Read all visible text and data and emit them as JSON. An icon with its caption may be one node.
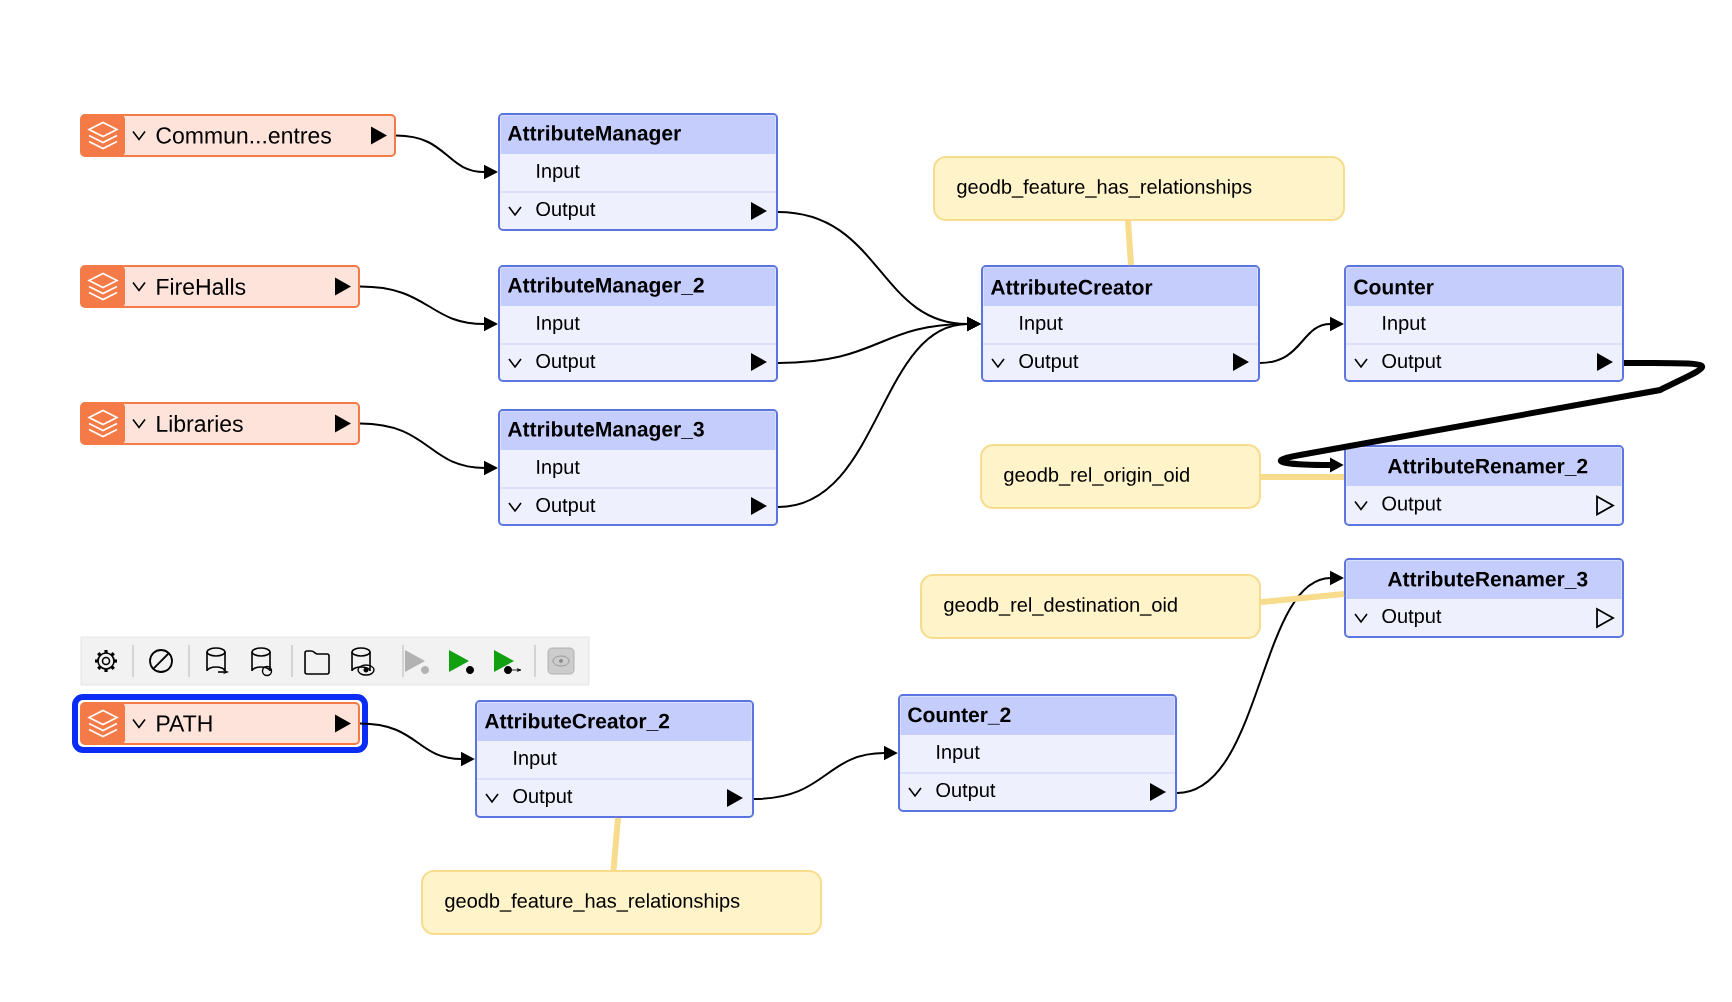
{
  "diagram": {
    "nodes": [
      {
        "text": [
          "Commun...entres"
        ]
      },
      {
        "text": [
          "AttributeManager",
          "Input",
          "Output"
        ]
      },
      {
        "text": [
          "FireHalls"
        ]
      },
      {
        "text": [
          "AttributeManager_2",
          "Input",
          "Output"
        ]
      },
      {
        "text": [
          "Libraries"
        ]
      },
      {
        "text": [
          "AttributeManager_3",
          "Input",
          "Output"
        ]
      },
      {
        "text": [
          "geodb_feature_has_relationships"
        ]
      },
      {
        "text": [
          "AttributeCreator",
          "Input",
          "Output"
        ]
      },
      {
        "text": [
          "Counter",
          "Input",
          "Output"
        ]
      },
      {
        "text": [
          "geodb_rel_origin_oid"
        ]
      },
      {
        "text": [
          "AttributeRenamer_2",
          "Output"
        ]
      },
      {
        "text": [
          "geodb_rel_destination_oid"
        ]
      },
      {
        "text": [
          "AttributeRenamer_3",
          "Output"
        ]
      },
      {
        "text": [
          "PATH"
        ]
      },
      {
        "text": [
          "AttributeCreator_2",
          "Input",
          "Output"
        ]
      },
      {
        "text": [
          "Counter_2",
          "Input",
          "Output"
        ]
      },
      {
        "text": [
          "geodb_feature_has_relationships"
        ]
      }
    ],
    "edges": [
      {
        "from": 0,
        "to": 1,
        "arrow": "to"
      },
      {
        "from": 2,
        "to": 3,
        "arrow": "to"
      },
      {
        "from": 4,
        "to": 5,
        "arrow": "to"
      },
      {
        "from": 1,
        "to": 7,
        "arrow": "to"
      },
      {
        "from": 3,
        "to": 7,
        "arrow": "to"
      },
      {
        "from": 5,
        "to": 7,
        "arrow": "to"
      },
      {
        "from": 7,
        "to": 8,
        "arrow": "to"
      },
      {
        "from": 8,
        "to": 10,
        "arrow": "to",
        "style": "thick"
      },
      {
        "from": 13,
        "to": 14,
        "arrow": "to"
      },
      {
        "from": 14,
        "to": 15,
        "arrow": "to"
      },
      {
        "from": 15,
        "to": 12,
        "arrow": "to"
      },
      {
        "from": 6,
        "to": 7,
        "arrow": "none",
        "style": "thick",
        "color": "#f6dc8c"
      },
      {
        "from": 9,
        "to": 10,
        "arrow": "none",
        "style": "thick",
        "color": "#f6dc8c"
      },
      {
        "from": 11,
        "to": 12,
        "arrow": "none",
        "style": "thick",
        "color": "#f6dc8c"
      },
      {
        "from": 16,
        "to": 14,
        "arrow": "none",
        "style": "thick",
        "color": "#f6dc8c"
      }
    ]
  }
}
